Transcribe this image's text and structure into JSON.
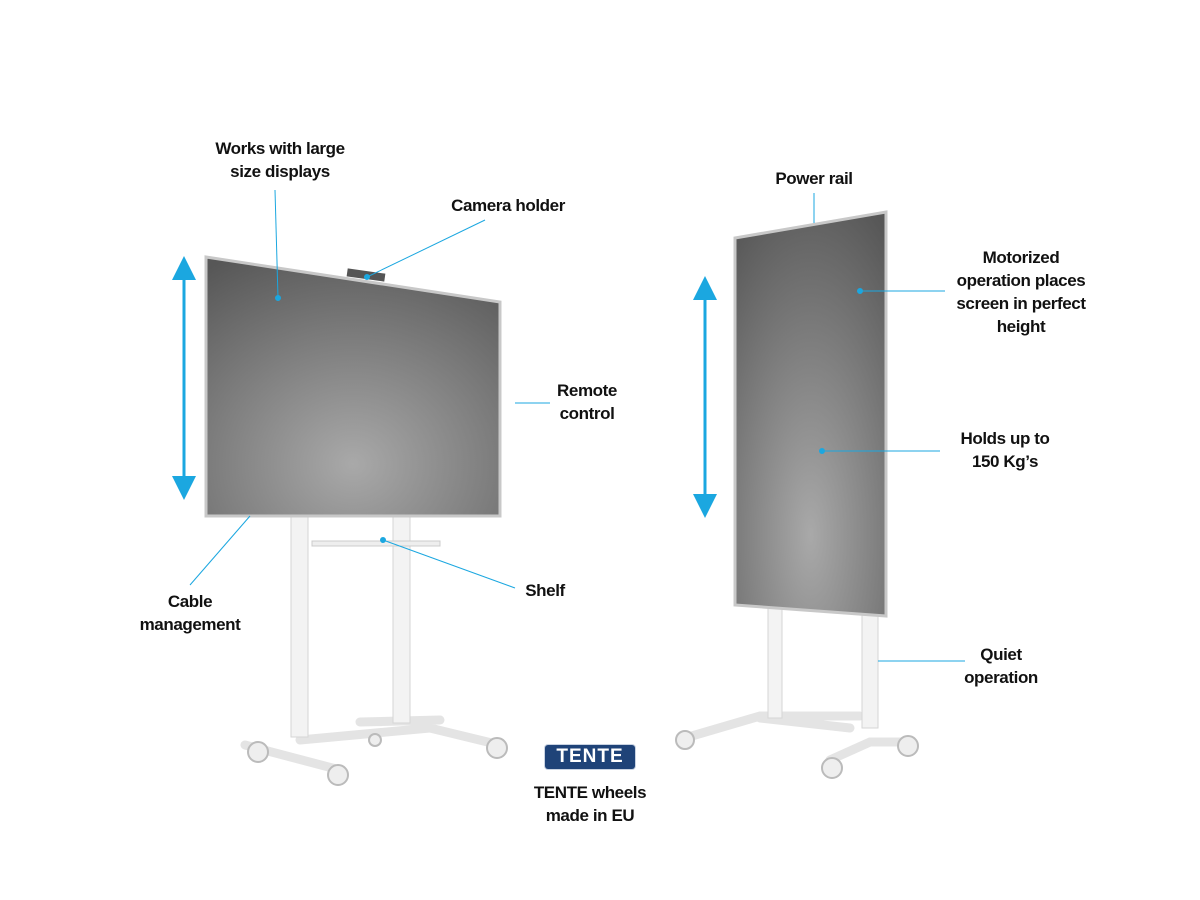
{
  "colors": {
    "accent": "#1ba7e0",
    "brand": "#1f4378",
    "screen": "#6a6a6a",
    "stand": "#f2f2f2"
  },
  "labels": {
    "large_displays": [
      "Works with large",
      "size displays"
    ],
    "camera_holder": [
      "Camera holder"
    ],
    "remote_control": [
      "Remote",
      "control"
    ],
    "cable_management": [
      "Cable",
      "management"
    ],
    "shelf": [
      "Shelf"
    ],
    "power_rail": [
      "Power rail"
    ],
    "motorized": [
      "Motorized",
      "operation places",
      "screen in perfect",
      "height"
    ],
    "holds": [
      "Holds up to",
      "150 Kg’s"
    ],
    "quiet": [
      "Quiet",
      "operation"
    ],
    "tente_wheels": [
      "TENTE wheels",
      "made in EU"
    ]
  },
  "logo": {
    "text": "TENTE"
  }
}
